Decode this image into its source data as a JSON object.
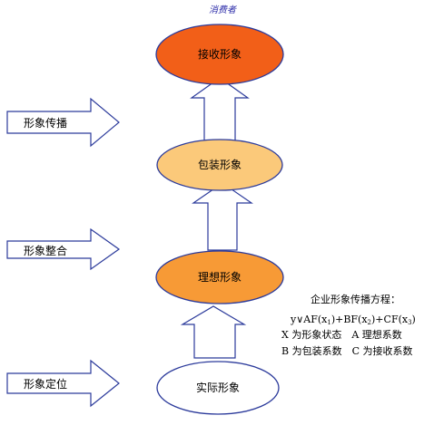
{
  "top_label": "消费者",
  "stages": [
    {
      "label": "接收形象",
      "color": "#f25f18"
    },
    {
      "label": "包装形象",
      "color": "#fbc97a"
    },
    {
      "label": "理想形象",
      "color": "#f79a36"
    },
    {
      "label": "实际形象",
      "color": "#ffffff"
    }
  ],
  "side_labels": [
    "形象传播",
    "形象整合",
    "形象定位"
  ],
  "formula": {
    "title": "企业形象传播方程：",
    "eq_prefix": "y∨AF(x",
    "s1": "1",
    "mid1": ")+BF(x",
    "s2": "2",
    "mid2": ")+CF(x",
    "s3": "3",
    "end": ")",
    "line3": "X 为形象状态　A 理想系数",
    "line4": "B 为包装系数　C 为接收系数"
  },
  "colors": {
    "outline": "#2b3a9b"
  }
}
